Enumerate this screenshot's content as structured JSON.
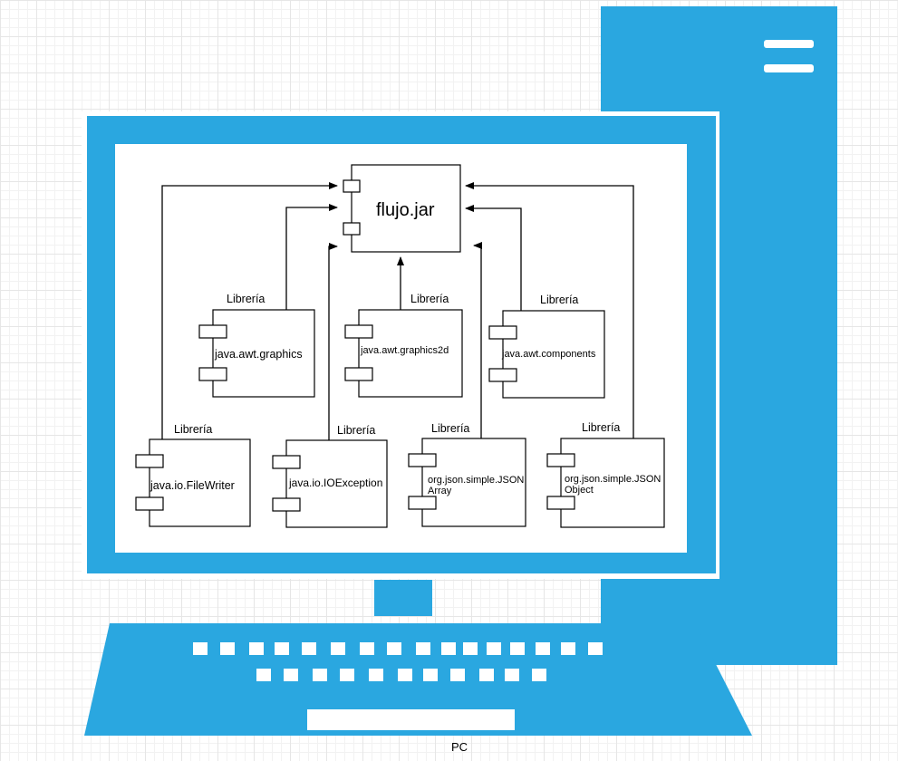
{
  "device_label": "PC",
  "main_component": {
    "label": "flujo.jar"
  },
  "libraries": [
    {
      "stereotype": "Librería",
      "label_lines": [
        "java.awt.graphics"
      ]
    },
    {
      "stereotype": "Librería",
      "label_lines": [
        "java.awt.graphics2d"
      ]
    },
    {
      "stereotype": "Librería",
      "label_lines": [
        "java.awt.components"
      ]
    },
    {
      "stereotype": "Librería",
      "label_lines": [
        "java.io.FileWriter"
      ]
    },
    {
      "stereotype": "Librería",
      "label_lines": [
        "java.io.IOException"
      ]
    },
    {
      "stereotype": "Librería",
      "label_lines": [
        "org.json.simple.JSON",
        "Array"
      ]
    },
    {
      "stereotype": "Librería",
      "label_lines": [
        "org.json.simple.JSON",
        "Object"
      ]
    }
  ],
  "colors": {
    "device": "#2aa7e0",
    "line": "#000000",
    "grid": "#e6e6e6"
  }
}
